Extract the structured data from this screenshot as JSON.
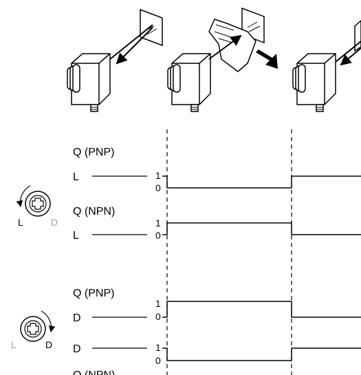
{
  "sections": [
    {
      "rows": [
        {
          "label": "Q (PNP)"
        },
        {
          "label": "L",
          "high": "1",
          "low": "0"
        },
        {
          "label": "Q (NPN)"
        },
        {
          "label": "L",
          "high": "1",
          "low": "0"
        }
      ],
      "knob": {
        "left_label": "L",
        "right_label": "D",
        "active": "L"
      }
    },
    {
      "rows": [
        {
          "label": "Q (PNP)"
        },
        {
          "label": "D",
          "high": "1",
          "low": "0"
        },
        {
          "label": "D",
          "high": "1",
          "low": "0"
        },
        {
          "label": "Q (NPN)"
        }
      ],
      "knob": {
        "left_label": "L",
        "right_label": "D",
        "active": "D"
      }
    }
  ],
  "colors": {
    "line": "#000000",
    "inactive_text": "#a0a0a0"
  },
  "icons": [
    "photoelectric-sensor-icon",
    "reflector-plate-icon",
    "hand-icon",
    "approach-arrow-icon",
    "rotary-knob-icon"
  ]
}
